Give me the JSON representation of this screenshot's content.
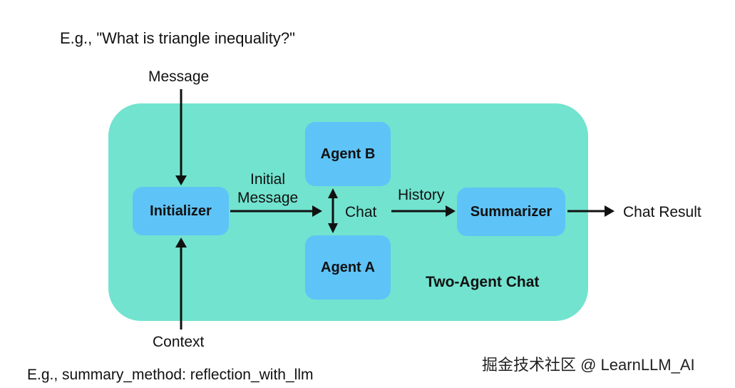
{
  "colors": {
    "container_fill": "#72e3cf",
    "node_fill": "#5ec3f7",
    "arrow": "#111111"
  },
  "examples": {
    "message": "E.g., \"What is triangle inequality?\"",
    "context": "E.g., summary_method: reflection_with_llm"
  },
  "labels": {
    "message": "Message",
    "context": "Context",
    "initial_message_line1": "Initial",
    "initial_message_line2": "Message",
    "chat": "Chat",
    "history": "History",
    "chat_result": "Chat Result"
  },
  "nodes": {
    "initializer": "Initializer",
    "agent_b": "Agent B",
    "agent_a": "Agent A",
    "summarizer": "Summarizer"
  },
  "group_title": "Two-Agent Chat",
  "watermark": "掘金技术社区 @ LearnLLM_AI"
}
